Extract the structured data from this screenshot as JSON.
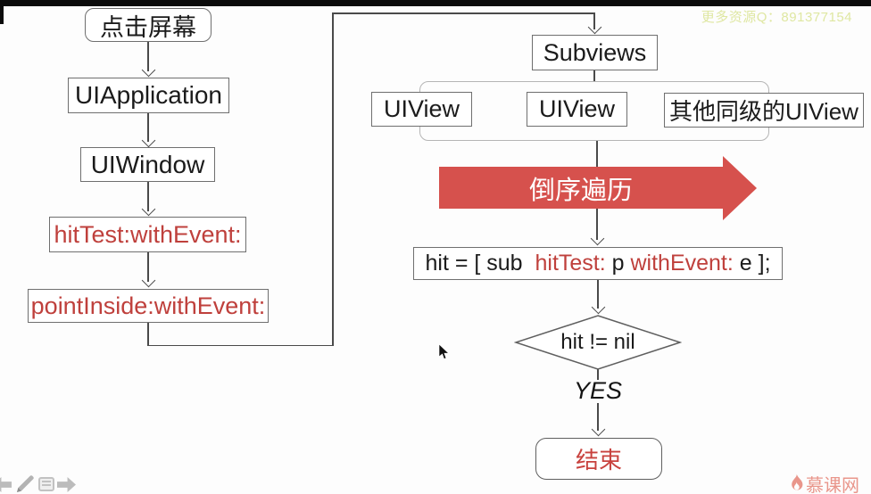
{
  "page": {
    "watermark": "更多资源Q：891377154",
    "brand": "慕课网"
  },
  "flow_left": {
    "tap": "点击屏幕",
    "uiapplication": "UIApplication",
    "uiwindow": "UIWindow",
    "hittest": "hitTest:withEvent:",
    "pointinside": "pointInside:withEvent:"
  },
  "flow_right": {
    "subviews": "Subviews",
    "uiview_1": "UIView",
    "uiview_2": "UIView",
    "sibling_views": "其他同级的UIView",
    "traverse": "倒序遍历",
    "hit_expr": {
      "pre": "hit = [ sub  ",
      "hittest": "hitTest:",
      "mid": " p ",
      "withevent": "withEvent:",
      "post": " e ];"
    },
    "condition": "hit != nil",
    "yes": "YES",
    "end": "结束"
  },
  "colors": {
    "accent_red": "#d6514d",
    "text_red": "#bf403c",
    "end_red": "#c8423e",
    "line_gray": "#4a4a4a",
    "watermark_yellow": "#dfe7a2",
    "brand_salmon": "#e9968b"
  }
}
